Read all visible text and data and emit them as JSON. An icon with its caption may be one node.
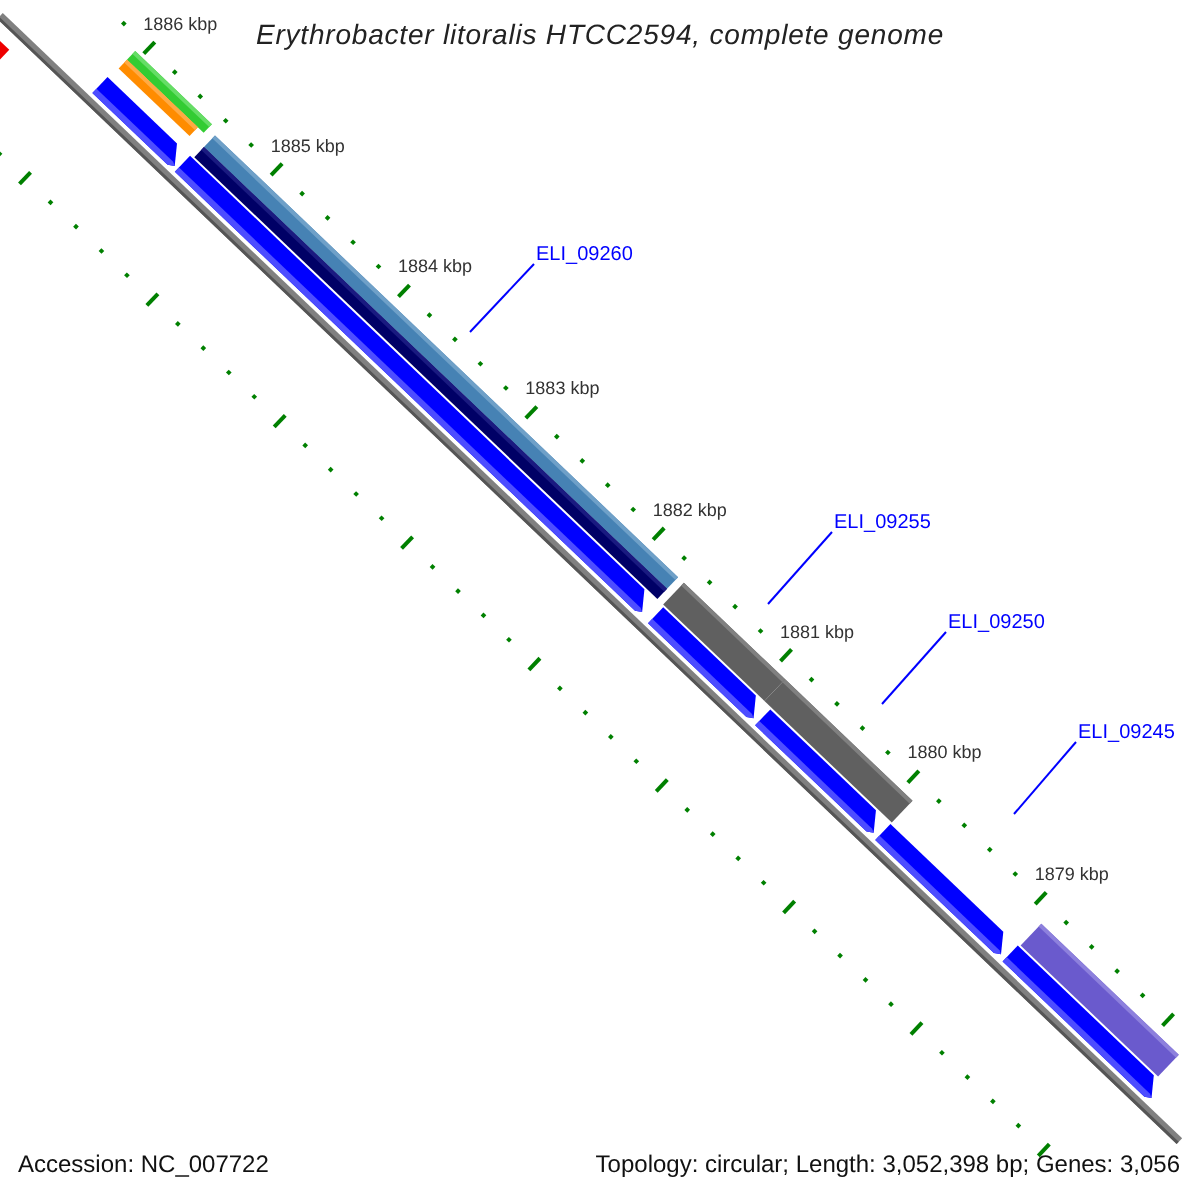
{
  "diagram": {
    "title": "Erythrobacter litoralis HTCC2594, complete genome",
    "nodes": [
      {
        "text": [
          "ELI_09260"
        ]
      },
      {
        "text": [
          "ELI_09255"
        ]
      },
      {
        "text": [
          "ELI_09250"
        ]
      },
      {
        "text": [
          "ELI_09245"
        ]
      }
    ],
    "edges": [
      {
        "from": 0,
        "to": null,
        "arrow": "none"
      },
      {
        "from": 1,
        "to": null,
        "arrow": "none"
      },
      {
        "from": 2,
        "to": null,
        "arrow": "none"
      },
      {
        "from": 3,
        "to": null,
        "arrow": "none"
      }
    ],
    "labels": [
      "1886 kbp",
      "1885 kbp",
      "1884 kbp",
      "1883 kbp",
      "1882 kbp",
      "1881 kbp",
      "1880 kbp",
      "1879 kbp",
      "Accession: NC_007722",
      "Topology: circular; Length: 3,052,398 bp; Genes: 3,056"
    ]
  }
}
